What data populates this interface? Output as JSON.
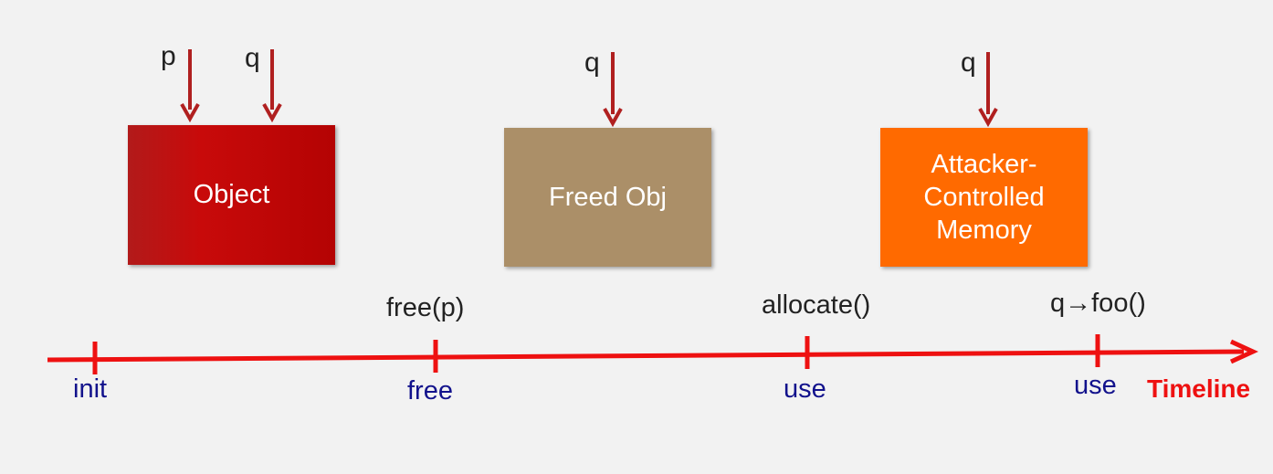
{
  "colors": {
    "arrow": "#b02020",
    "timeline": "#ee1111",
    "object_box": "#c00a0a",
    "freed_box": "#ab8f68",
    "attacker_box": "#ff6a00",
    "phase_text": "#12128c"
  },
  "boxes": {
    "object": "Object",
    "freed": "Freed Obj",
    "attacker": "Attacker-\nControlled\nMemory"
  },
  "pointers": {
    "object_p": "p",
    "object_q": "q",
    "freed_q": "q",
    "attacker_q": "q"
  },
  "events": {
    "free": "free(p)",
    "allocate": "allocate()",
    "deref": "q→foo()"
  },
  "timeline": {
    "title": "Timeline",
    "phases": [
      "init",
      "free",
      "use",
      "use"
    ]
  }
}
